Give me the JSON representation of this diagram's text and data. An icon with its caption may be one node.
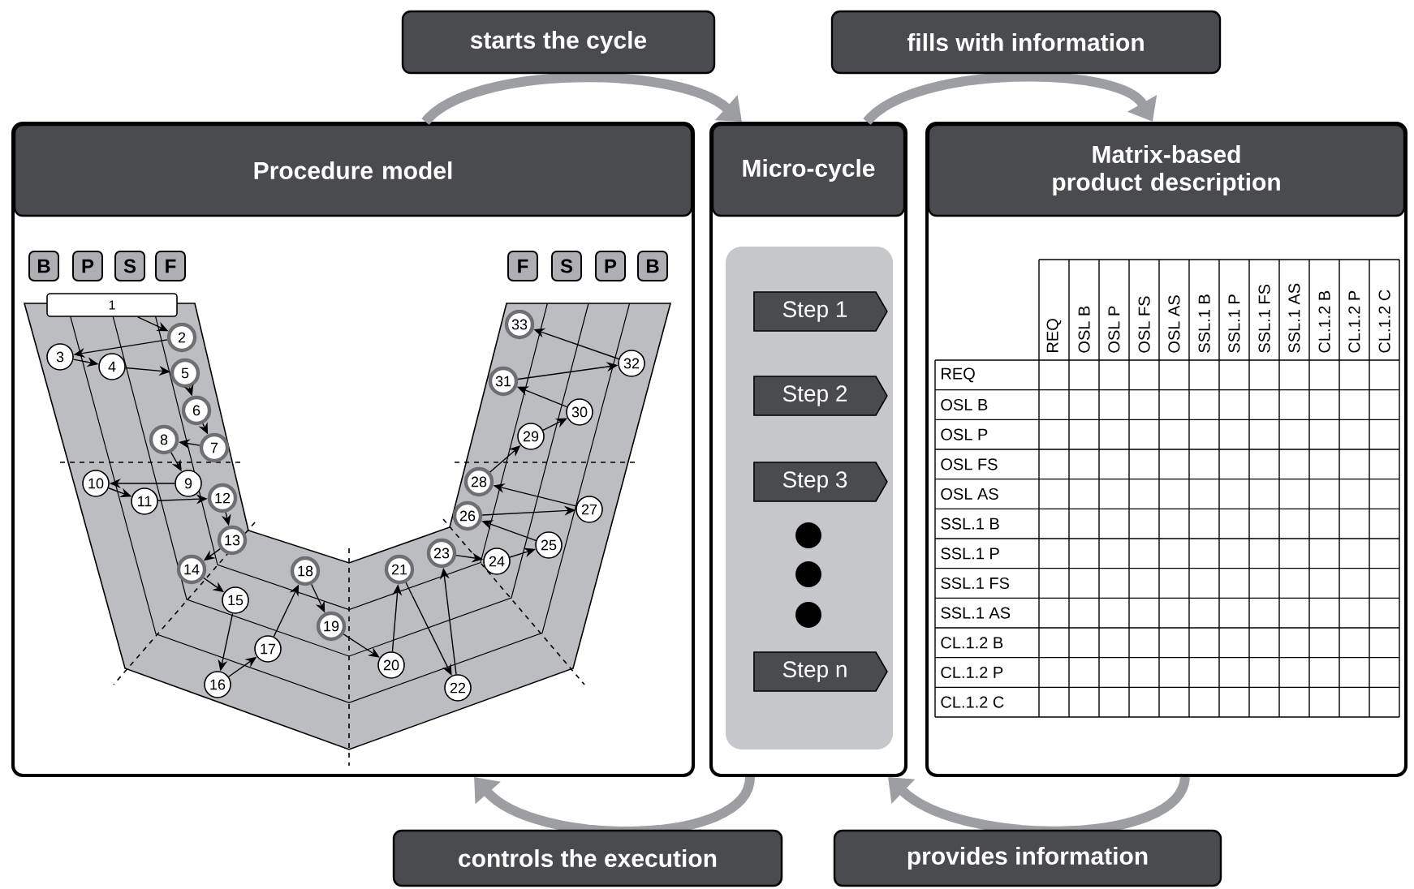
{
  "diagram": {
    "nodes": [
      {
        "text": [
          "Procedure model"
        ]
      },
      {
        "text": [
          "B"
        ],
        "in": 0
      },
      {
        "text": [
          "P"
        ],
        "in": 0
      },
      {
        "text": [
          "S"
        ],
        "in": 0
      },
      {
        "text": [
          "F"
        ],
        "in": 0
      },
      {
        "text": [
          "F"
        ],
        "in": 0
      },
      {
        "text": [
          "S"
        ],
        "in": 0
      },
      {
        "text": [
          "P"
        ],
        "in": 0
      },
      {
        "text": [
          "B"
        ],
        "in": 0
      },
      {
        "text": [
          "1"
        ],
        "in": 0
      },
      {
        "text": [
          "2"
        ],
        "in": 0
      },
      {
        "text": [
          "3"
        ],
        "in": 0
      },
      {
        "text": [
          "4"
        ],
        "in": 0
      },
      {
        "text": [
          "5"
        ],
        "in": 0
      },
      {
        "text": [
          "6"
        ],
        "in": 0
      },
      {
        "text": [
          "7"
        ],
        "in": 0
      },
      {
        "text": [
          "8"
        ],
        "in": 0
      },
      {
        "text": [
          "9"
        ],
        "in": 0
      },
      {
        "text": [
          "10"
        ],
        "in": 0
      },
      {
        "text": [
          "11"
        ],
        "in": 0
      },
      {
        "text": [
          "12"
        ],
        "in": 0
      },
      {
        "text": [
          "13"
        ],
        "in": 0
      },
      {
        "text": [
          "14"
        ],
        "in": 0
      },
      {
        "text": [
          "15"
        ],
        "in": 0
      },
      {
        "text": [
          "16"
        ],
        "in": 0
      },
      {
        "text": [
          "17"
        ],
        "in": 0
      },
      {
        "text": [
          "18"
        ],
        "in": 0
      },
      {
        "text": [
          "19"
        ],
        "in": 0
      },
      {
        "text": [
          "20"
        ],
        "in": 0
      },
      {
        "text": [
          "21"
        ],
        "in": 0
      },
      {
        "text": [
          "22"
        ],
        "in": 0
      },
      {
        "text": [
          "23"
        ],
        "in": 0
      },
      {
        "text": [
          "24"
        ],
        "in": 0
      },
      {
        "text": [
          "25"
        ],
        "in": 0
      },
      {
        "text": [
          "26"
        ],
        "in": 0
      },
      {
        "text": [
          "27"
        ],
        "in": 0
      },
      {
        "text": [
          "28"
        ],
        "in": 0
      },
      {
        "text": [
          "29"
        ],
        "in": 0
      },
      {
        "text": [
          "30"
        ],
        "in": 0
      },
      {
        "text": [
          "31"
        ],
        "in": 0
      },
      {
        "text": [
          "32"
        ],
        "in": 0
      },
      {
        "text": [
          "33"
        ],
        "in": 0
      },
      {
        "text": [
          "Micro-cycle"
        ]
      },
      {
        "text": [
          "Step 1"
        ],
        "in": 42
      },
      {
        "text": [
          "Step 2"
        ],
        "in": 42
      },
      {
        "text": [
          "Step 3"
        ],
        "in": 42
      },
      {
        "text": [],
        "shape": "circle",
        "in": 42
      },
      {
        "text": [],
        "shape": "circle",
        "in": 42
      },
      {
        "text": [],
        "shape": "circle",
        "in": 42
      },
      {
        "text": [
          "Step n"
        ],
        "in": 42
      },
      {
        "text": [
          "Matrix-based product description"
        ]
      }
    ],
    "edges": [
      {
        "from": 0,
        "to": 42,
        "arrow": "to",
        "label": "starts the cycle",
        "style": "thick",
        "color": "#9d9ea2"
      },
      {
        "from": 42,
        "to": 50,
        "arrow": "to",
        "label": "fills with information",
        "style": "thick",
        "color": "#9d9ea2"
      },
      {
        "from": 42,
        "to": 0,
        "arrow": "to",
        "label": "controls the execution",
        "style": "thick",
        "color": "#9d9ea2"
      },
      {
        "from": 50,
        "to": 42,
        "arrow": "to",
        "label": "provides information",
        "style": "thick",
        "color": "#9d9ea2"
      },
      {
        "from": 9,
        "to": 10,
        "arrow": "to"
      },
      {
        "from": 10,
        "to": 11,
        "arrow": "to"
      },
      {
        "from": 11,
        "to": 12,
        "arrow": "to"
      },
      {
        "from": 12,
        "to": 13,
        "arrow": "to"
      },
      {
        "from": 13,
        "to": 14,
        "arrow": "to"
      },
      {
        "from": 14,
        "to": 15,
        "arrow": "to"
      },
      {
        "from": 15,
        "to": 16,
        "arrow": "to"
      },
      {
        "from": 16,
        "to": 17,
        "arrow": "to"
      },
      {
        "from": 17,
        "to": 18,
        "arrow": "to"
      },
      {
        "from": 18,
        "to": 19,
        "arrow": "to"
      },
      {
        "from": 19,
        "to": 20,
        "arrow": "to"
      },
      {
        "from": 20,
        "to": 21,
        "arrow": "to"
      },
      {
        "from": 21,
        "to": 22,
        "arrow": "to"
      },
      {
        "from": 22,
        "to": 23,
        "arrow": "to"
      },
      {
        "from": 23,
        "to": 24,
        "arrow": "to"
      },
      {
        "from": 24,
        "to": 25,
        "arrow": "to"
      },
      {
        "from": 25,
        "to": 26,
        "arrow": "to"
      },
      {
        "from": 26,
        "to": 27,
        "arrow": "to"
      },
      {
        "from": 27,
        "to": 28,
        "arrow": "to"
      },
      {
        "from": 28,
        "to": 29,
        "arrow": "to"
      },
      {
        "from": 29,
        "to": 30,
        "arrow": "to"
      },
      {
        "from": 30,
        "to": 31,
        "arrow": "to"
      },
      {
        "from": 31,
        "to": 32,
        "arrow": "to"
      },
      {
        "from": 32,
        "to": 33,
        "arrow": "to"
      },
      {
        "from": 33,
        "to": 34,
        "arrow": "to"
      },
      {
        "from": 34,
        "to": 35,
        "arrow": "to"
      },
      {
        "from": 35,
        "to": 36,
        "arrow": "to"
      },
      {
        "from": 36,
        "to": 37,
        "arrow": "to"
      },
      {
        "from": 37,
        "to": 38,
        "arrow": "to"
      },
      {
        "from": 38,
        "to": 39,
        "arrow": "to"
      },
      {
        "from": 39,
        "to": 40,
        "arrow": "to"
      },
      {
        "from": 40,
        "to": 41,
        "arrow": "to"
      }
    ],
    "labels": [
      "REQ",
      "OSL B",
      "OSL P",
      "OSL FS",
      "OSL AS",
      "SSL.1 B",
      "SSL.1 P",
      "SSL.1 FS",
      "SSL.1 AS",
      "CL.1.2 B",
      "CL.1.2 P",
      "CL.1.2 C",
      "REQ",
      "OSL B",
      "OSL P",
      "OSL FS",
      "OSL AS",
      "SSL.1 B",
      "SSL.1 P",
      "SSL.1 FS",
      "SSL.1 AS",
      "CL.1.2 B",
      "CL.1.2 P",
      "CL.1.2 C"
    ]
  }
}
